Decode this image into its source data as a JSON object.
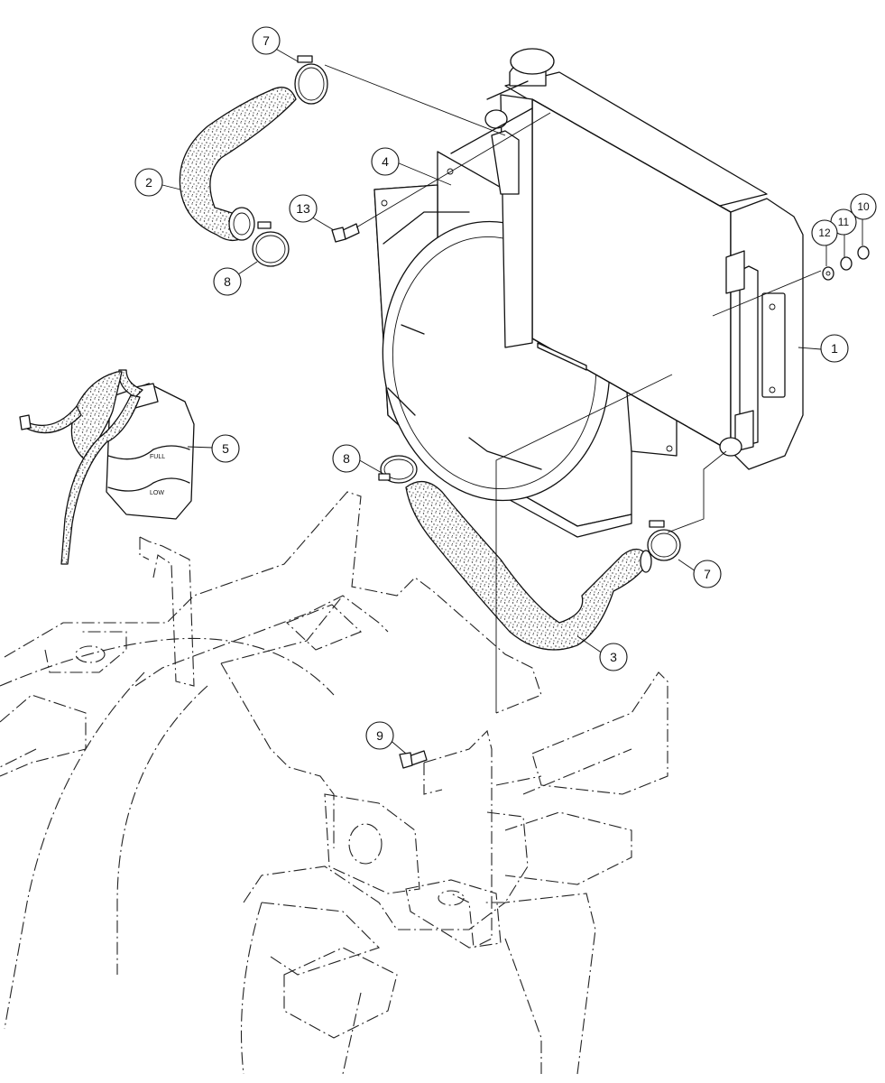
{
  "callouts": [
    {
      "id": "1",
      "label": "1"
    },
    {
      "id": "2",
      "label": "2"
    },
    {
      "id": "3",
      "label": "3"
    },
    {
      "id": "4",
      "label": "4"
    },
    {
      "id": "5",
      "label": "5"
    },
    {
      "id": "7a",
      "label": "7"
    },
    {
      "id": "7b",
      "label": "7"
    },
    {
      "id": "8a",
      "label": "8"
    },
    {
      "id": "8b",
      "label": "8"
    },
    {
      "id": "9",
      "label": "9"
    },
    {
      "id": "10",
      "label": "10"
    },
    {
      "id": "11",
      "label": "11"
    },
    {
      "id": "12",
      "label": "12"
    },
    {
      "id": "13",
      "label": "13"
    }
  ],
  "tank_marks": {
    "full": "FULL",
    "low": "LOW"
  }
}
